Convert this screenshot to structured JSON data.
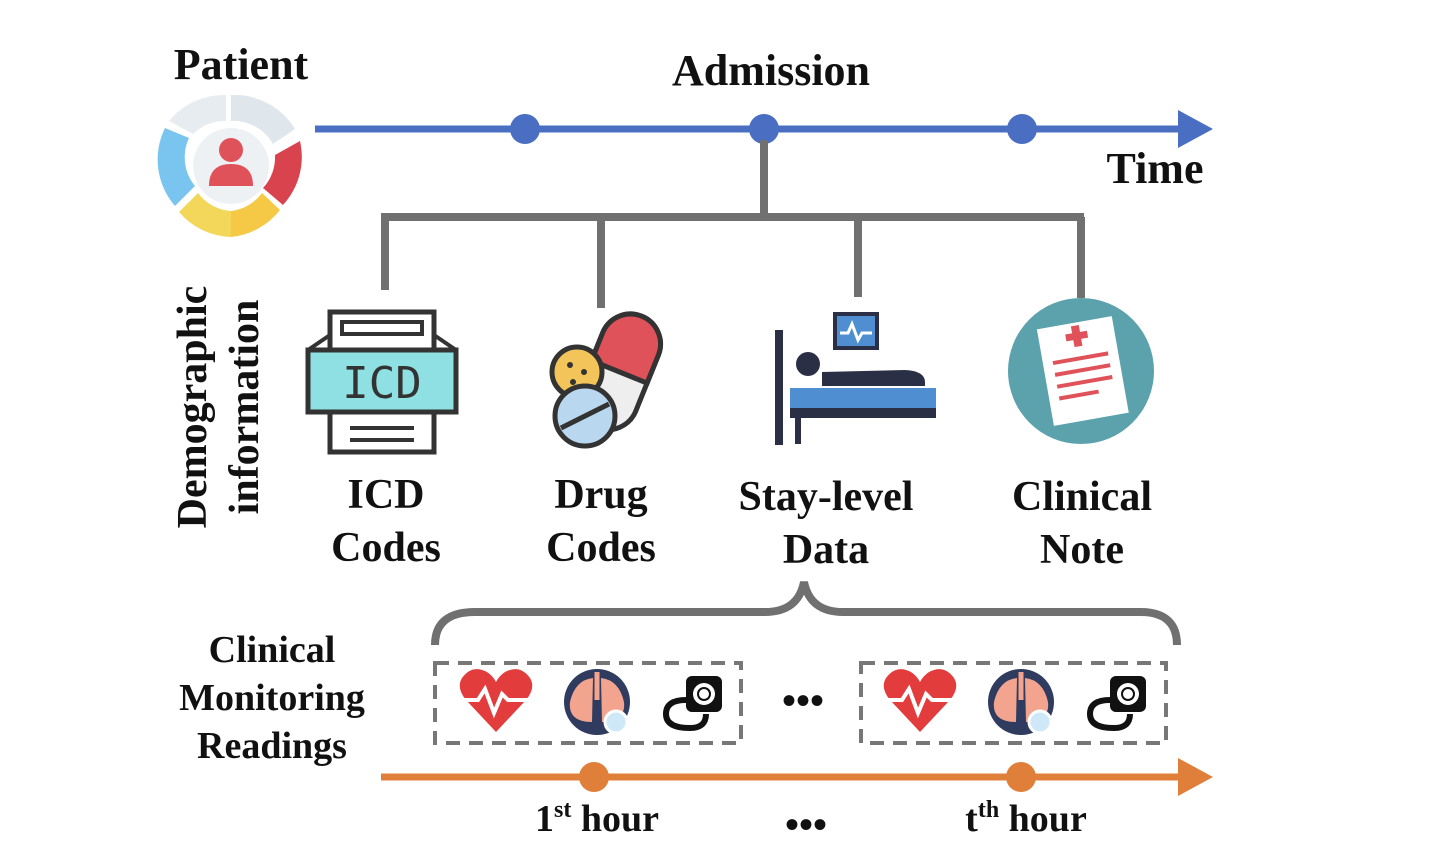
{
  "labels": {
    "patient": "Patient",
    "admission": "Admission",
    "time": "Time",
    "demographic_line1": "Demographic",
    "demographic_line2": "information",
    "icd_line1": "ICD",
    "icd_line2": "Codes",
    "icd_icon_text": "ICD",
    "drug_line1": "Drug",
    "drug_line2": "Codes",
    "stay_line1": "Stay-level",
    "stay_line2": "Data",
    "note_line1": "Clinical",
    "note_line2": "Note",
    "monitoring_line1": "Clinical",
    "monitoring_line2": "Monitoring",
    "monitoring_line3": "Readings",
    "ellipsis": "•••",
    "first_hour_num": "1",
    "first_hour_sup": "st",
    "first_hour_word": " hour",
    "t_hour_num": "t",
    "t_hour_sup": "th",
    "t_hour_word": " hour"
  },
  "colors": {
    "timeline": "#4a6fc2",
    "hour_axis": "#e07f3a",
    "connector": "#707070",
    "dashed_box": "#777777",
    "icd_accent": "#8fe0e2",
    "heart": "#e23c3c",
    "note_circle": "#5ba2ad"
  },
  "icons": [
    "patient-icon",
    "icd-document-icon",
    "pills-icon",
    "hospital-bed-icon",
    "clinical-note-icon",
    "heart-rate-icon",
    "lungs-icon",
    "blood-pressure-icon"
  ]
}
